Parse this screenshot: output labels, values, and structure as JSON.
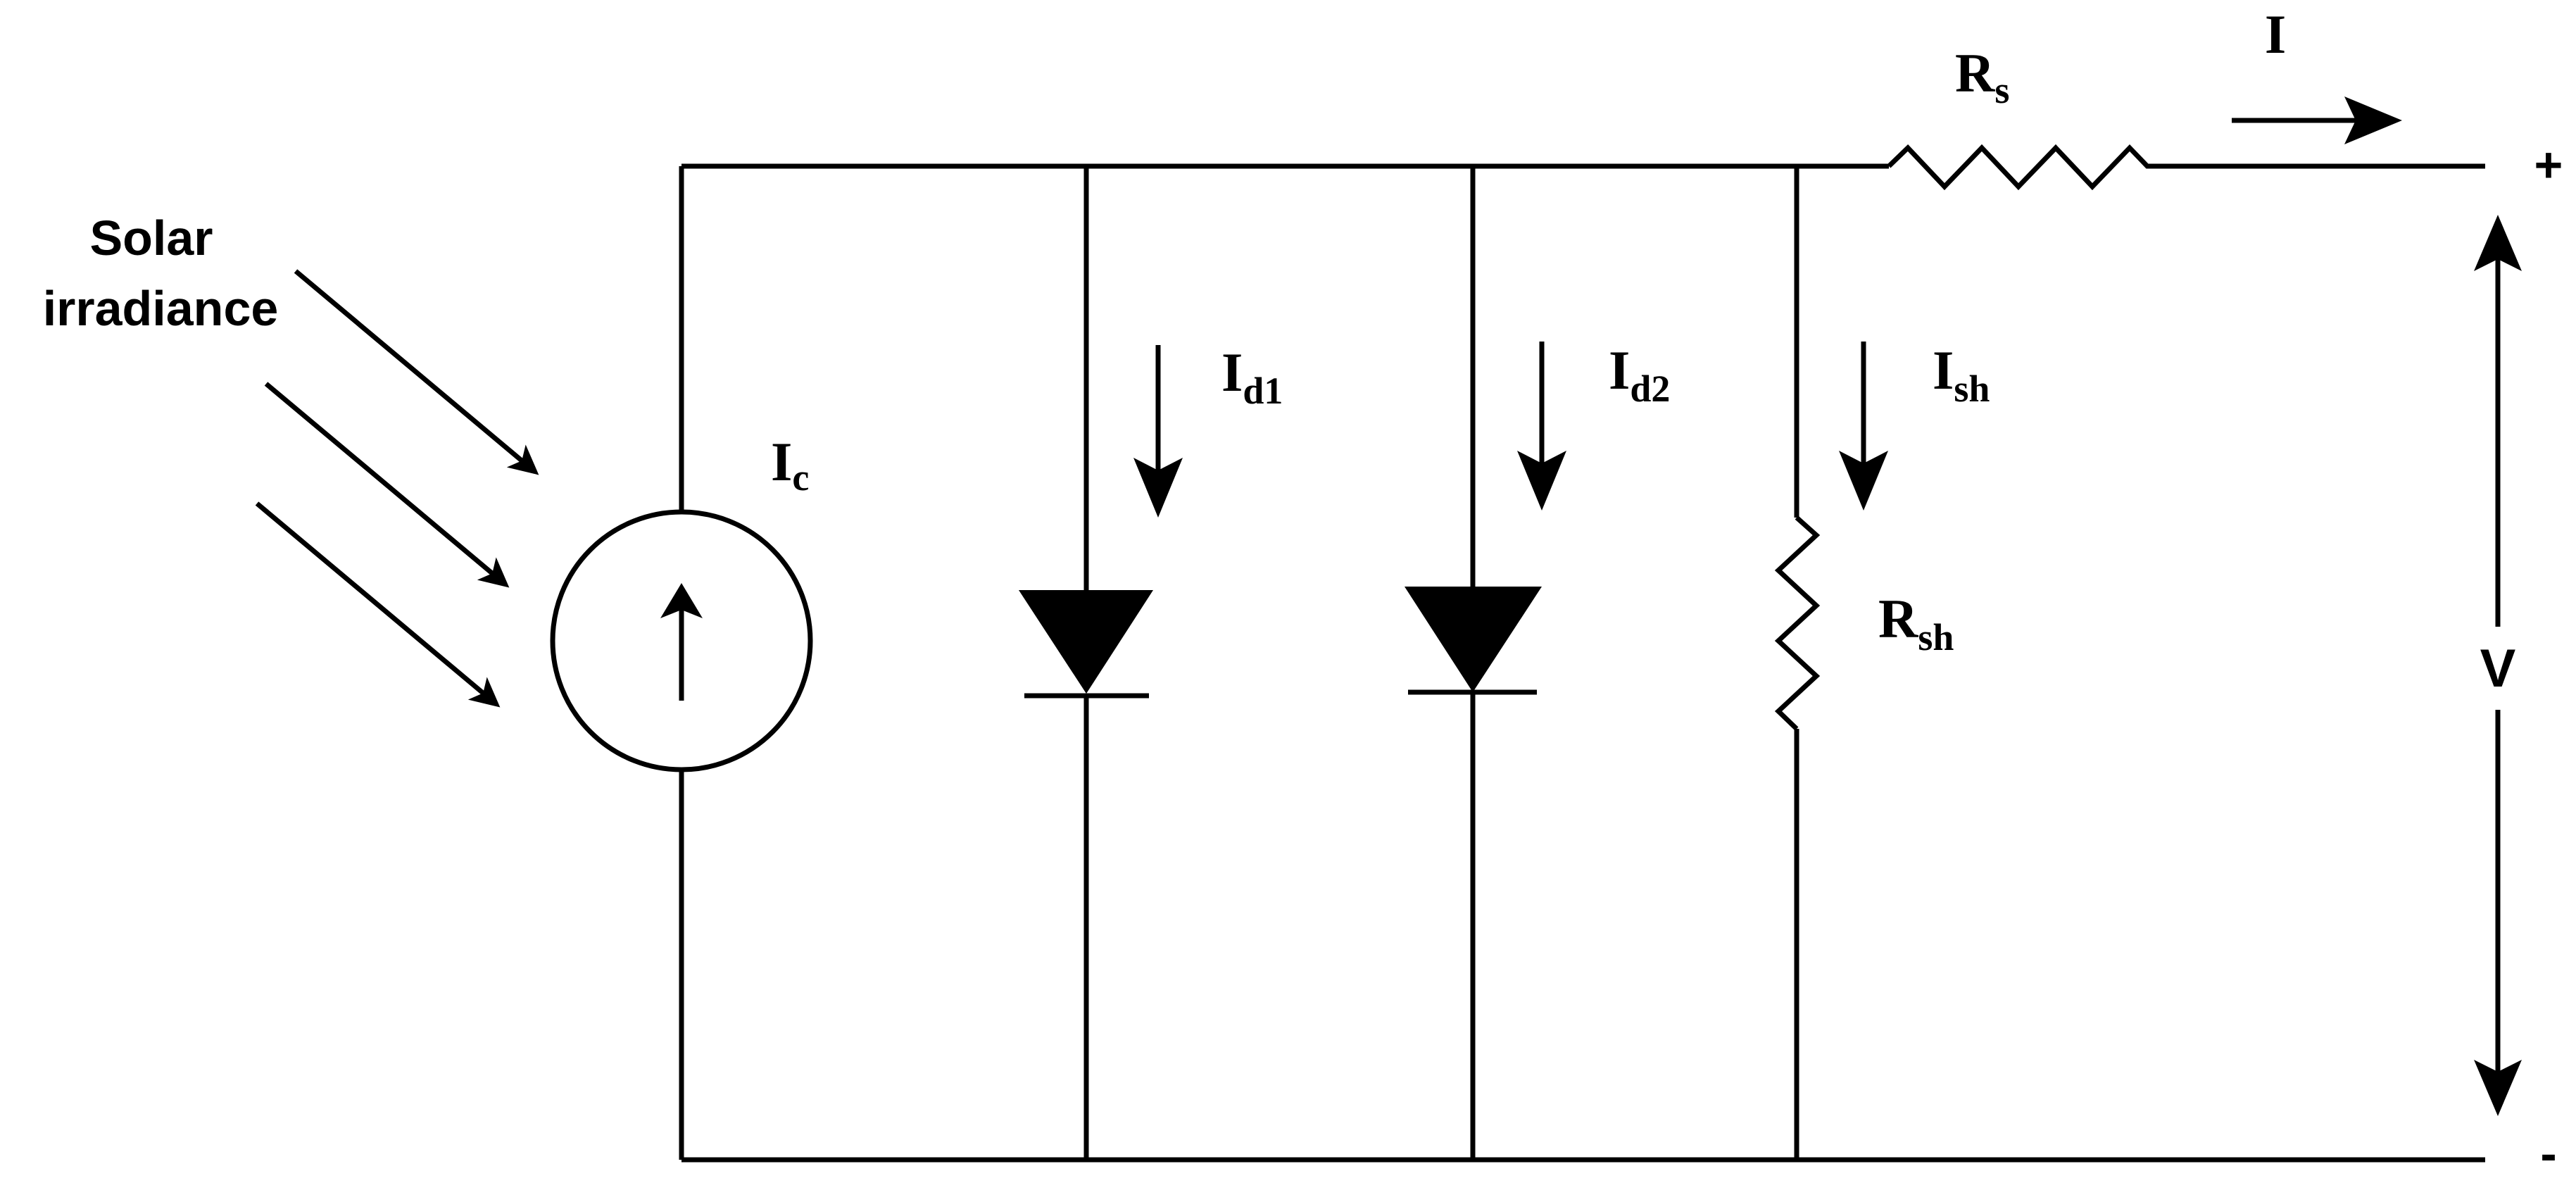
{
  "labels": {
    "solar_line1": "Solar",
    "solar_line2": "irradiance",
    "source_current": {
      "main": "I",
      "sub": "c"
    },
    "diode1_current": {
      "main": "I",
      "sub": "d1"
    },
    "diode2_current": {
      "main": "I",
      "sub": "d2"
    },
    "shunt_current": {
      "main": "I",
      "sub": "sh"
    },
    "shunt_resistor": {
      "main": "R",
      "sub": "sh"
    },
    "series_resistor": {
      "main": "R",
      "sub": "s"
    },
    "output_current": "I",
    "voltage": "V",
    "positive_terminal": "+",
    "negative_terminal": "-"
  },
  "colors": {
    "stroke": "#000000",
    "background": "#ffffff"
  }
}
